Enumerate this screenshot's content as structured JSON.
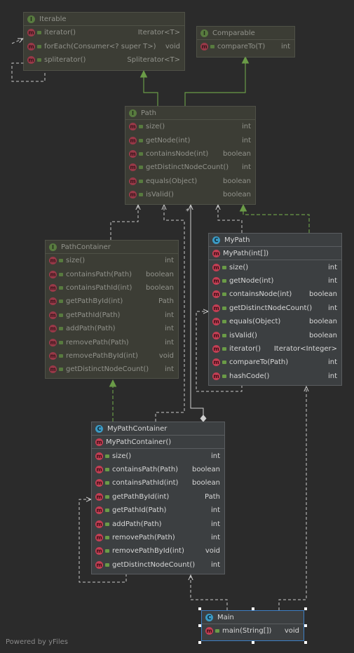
{
  "colors": {
    "background": "#2b2b2b",
    "class_box": "#3c3f41",
    "interface_box": "#43453a",
    "inheritance_edge": "#6a9b47",
    "dependency_edge": "#c8c8c8",
    "class_badge": "#3b9ac4",
    "interface_badge": "#6a9b47",
    "method_badge": "#c43f54",
    "selection": "#3d7fc4"
  },
  "icons": {
    "interface": "interface-icon (I)",
    "class": "class-icon (C)",
    "method": "method-icon (m)",
    "access": "public-lock-icon"
  },
  "watermark": "Powered by yFiles",
  "classes": {
    "iterable": {
      "name": "Iterable",
      "kind": "interface",
      "members": [
        {
          "name": "iterator()",
          "type": "Iterator<T>"
        },
        {
          "name": "forEach(Consumer<? super T>)",
          "type": "void"
        },
        {
          "name": "spliterator()",
          "type": "Spliterator<T>"
        }
      ]
    },
    "comparable": {
      "name": "Comparable",
      "kind": "interface",
      "members": [
        {
          "name": "compareTo(T)",
          "type": "int"
        }
      ]
    },
    "path": {
      "name": "Path",
      "kind": "interface",
      "members": [
        {
          "name": "size()",
          "type": "int"
        },
        {
          "name": "getNode(int)",
          "type": "int"
        },
        {
          "name": "containsNode(int)",
          "type": "boolean"
        },
        {
          "name": "getDistinctNodeCount()",
          "type": "int"
        },
        {
          "name": "equals(Object)",
          "type": "boolean"
        },
        {
          "name": "isValid()",
          "type": "boolean"
        }
      ]
    },
    "pathcontainer": {
      "name": "PathContainer",
      "kind": "interface",
      "members": [
        {
          "name": "size()",
          "type": "int"
        },
        {
          "name": "containsPath(Path)",
          "type": "boolean"
        },
        {
          "name": "containsPathId(int)",
          "type": "boolean"
        },
        {
          "name": "getPathById(int)",
          "type": "Path"
        },
        {
          "name": "getPathId(Path)",
          "type": "int"
        },
        {
          "name": "addPath(Path)",
          "type": "int"
        },
        {
          "name": "removePath(Path)",
          "type": "int"
        },
        {
          "name": "removePathById(int)",
          "type": "void"
        },
        {
          "name": "getDistinctNodeCount()",
          "type": "int"
        }
      ]
    },
    "mypath": {
      "name": "MyPath",
      "kind": "class",
      "constructor": "MyPath(int[])",
      "members": [
        {
          "name": "size()",
          "type": "int"
        },
        {
          "name": "getNode(int)",
          "type": "int"
        },
        {
          "name": "containsNode(int)",
          "type": "boolean"
        },
        {
          "name": "getDistinctNodeCount()",
          "type": "int"
        },
        {
          "name": "equals(Object)",
          "type": "boolean"
        },
        {
          "name": "isValid()",
          "type": "boolean"
        },
        {
          "name": "iterator()",
          "type": "Iterator<Integer>"
        },
        {
          "name": "compareTo(Path)",
          "type": "int"
        },
        {
          "name": "hashCode()",
          "type": "int"
        }
      ]
    },
    "mypathcontainer": {
      "name": "MyPathContainer",
      "kind": "class",
      "constructor": "MyPathContainer()",
      "members": [
        {
          "name": "size()",
          "type": "int"
        },
        {
          "name": "containsPath(Path)",
          "type": "boolean"
        },
        {
          "name": "containsPathId(int)",
          "type": "boolean"
        },
        {
          "name": "getPathById(int)",
          "type": "Path"
        },
        {
          "name": "getPathId(Path)",
          "type": "int"
        },
        {
          "name": "addPath(Path)",
          "type": "int"
        },
        {
          "name": "removePath(Path)",
          "type": "int"
        },
        {
          "name": "removePathById(int)",
          "type": "void"
        },
        {
          "name": "getDistinctNodeCount()",
          "type": "int"
        }
      ]
    },
    "main": {
      "name": "Main",
      "kind": "class",
      "members": [
        {
          "name": "main(String[])",
          "type": "void"
        }
      ]
    }
  },
  "association_multiplicity": "*"
}
